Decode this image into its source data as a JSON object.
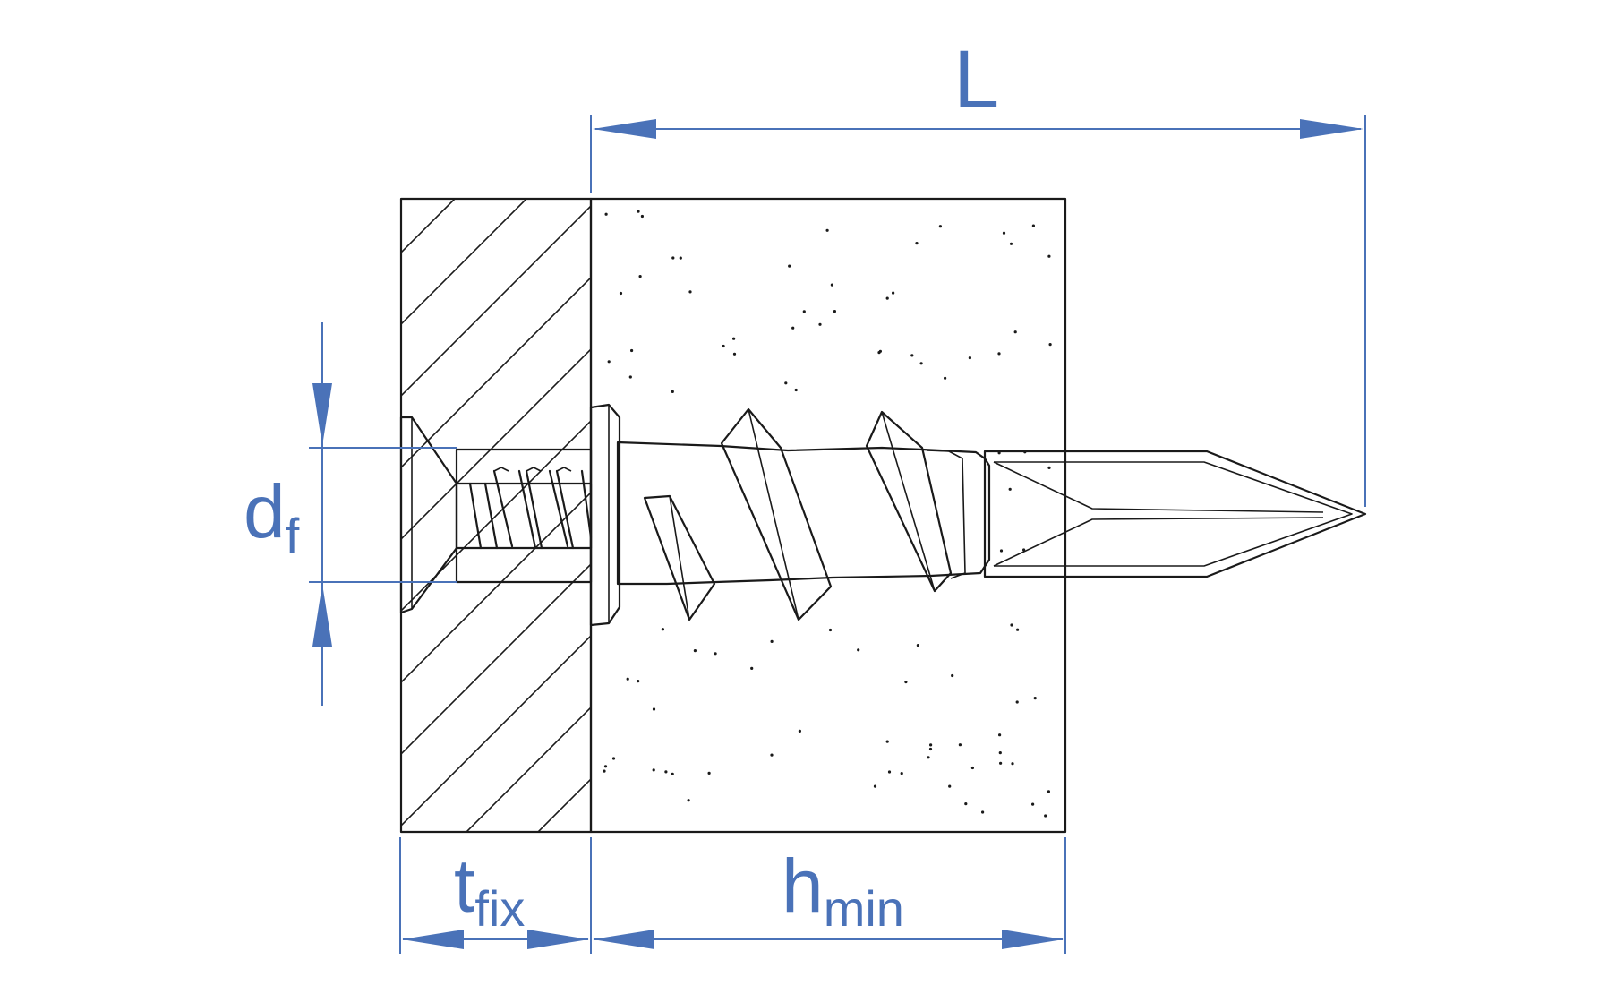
{
  "diagram": {
    "colors": {
      "dimension": "#4a72b8",
      "ink": "#1a1a1a",
      "background": "#ffffff"
    },
    "labels": {
      "length": {
        "main": "L",
        "sub": ""
      },
      "diameter": {
        "main": "d",
        "sub": "f"
      },
      "thickness": {
        "main": "t",
        "sub": "fix"
      },
      "height": {
        "main": "h",
        "sub": "min"
      }
    },
    "parts": [
      "fixture-hatched",
      "base-material-concrete",
      "anchor-screw",
      "anchor-plug"
    ]
  }
}
